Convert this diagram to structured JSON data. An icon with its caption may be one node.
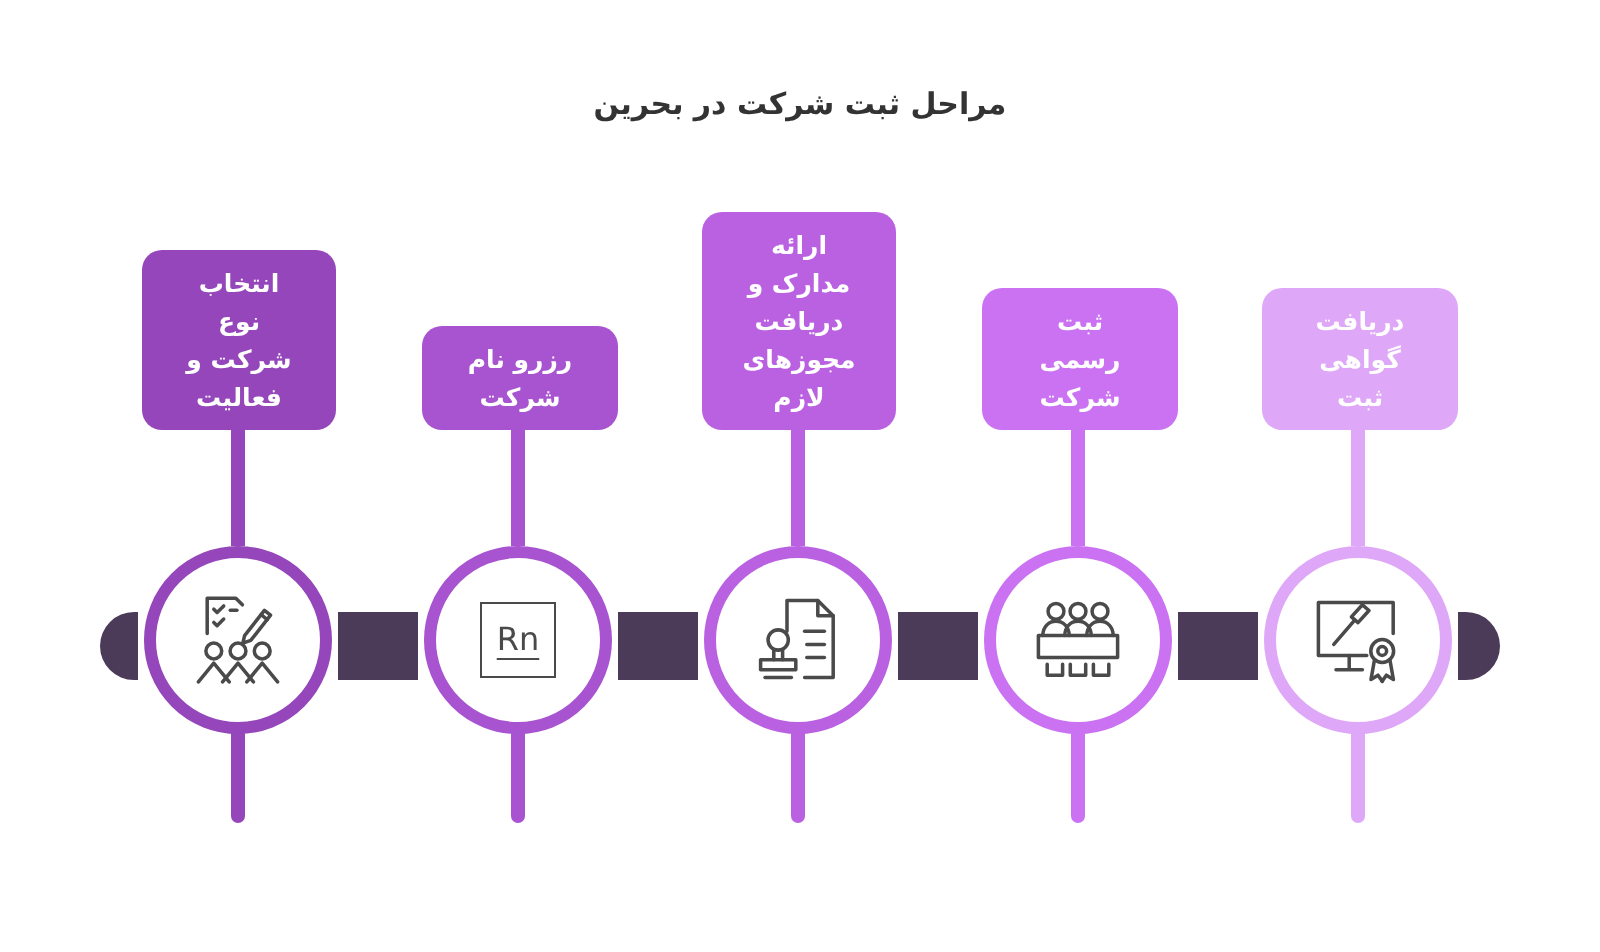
{
  "diagram": {
    "title": "مراحل ثبت شرکت در بحرین",
    "nodes": [
      {
        "text": [
          "انتخاب نوع شرکت و فعالیت"
        ]
      },
      {
        "text": [
          "رزرو نام شرکت"
        ]
      },
      {
        "text": [
          "ارائه مدارک و دریافت مجوزهای لازم"
        ]
      },
      {
        "text": [
          "ثبت رسمی شرکت"
        ]
      },
      {
        "text": [
          "دریافت گواهی ثبت"
        ]
      },
      {
        "text": [],
        "shape": "circle"
      },
      {
        "text": [],
        "shape": "circle"
      },
      {
        "text": [],
        "shape": "circle"
      },
      {
        "text": [],
        "shape": "circle"
      },
      {
        "text": [],
        "shape": "circle"
      }
    ],
    "edges": [
      {
        "from": 0,
        "to": 5,
        "arrow": "none"
      },
      {
        "from": 1,
        "to": 6,
        "arrow": "none"
      },
      {
        "from": 2,
        "to": 7,
        "arrow": "none"
      },
      {
        "from": 3,
        "to": 8,
        "arrow": "none"
      },
      {
        "from": 4,
        "to": 9,
        "arrow": "none",
        "color": "#dfa7f7"
      }
    ],
    "labels": [
      "Rn"
    ]
  }
}
